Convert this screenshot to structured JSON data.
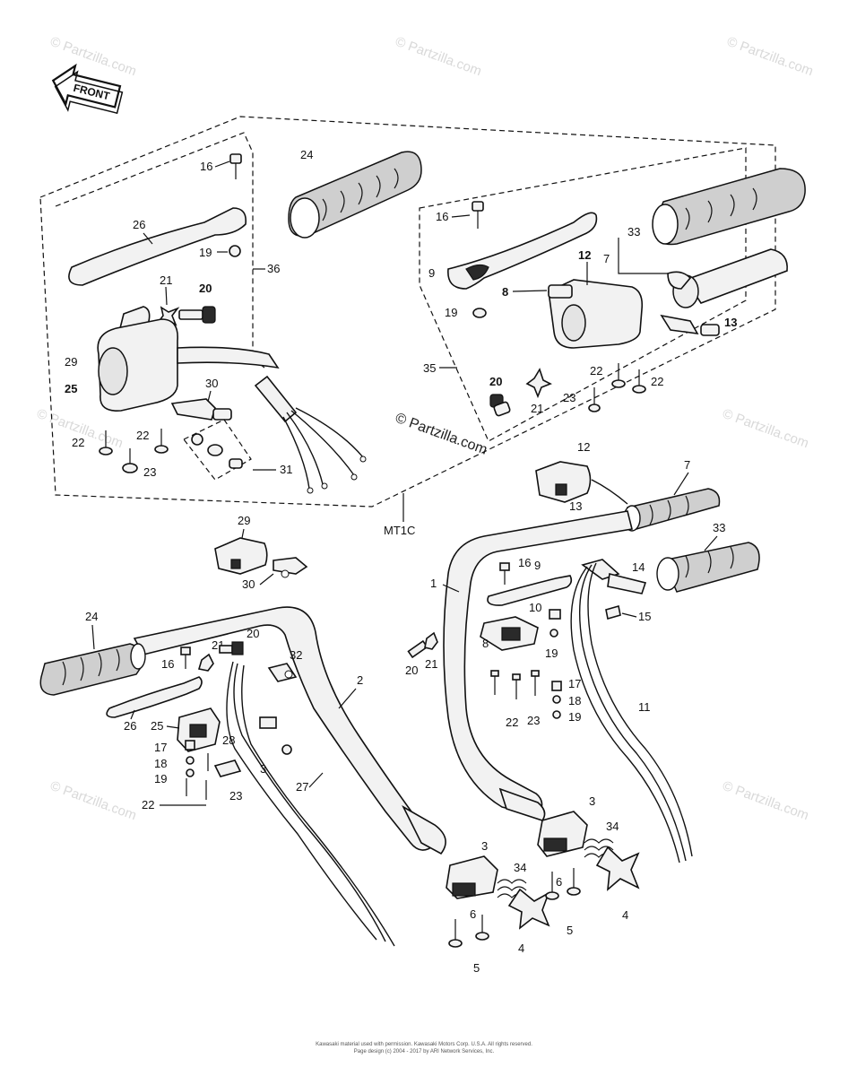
{
  "front_label": "FRONT",
  "model_code": "MT1C",
  "watermark": "© Partzilla.com",
  "footer": {
    "line1": "Kawasaki material used with permission. Kawasaki Motors Corp. U.S.A. All rights reserved.",
    "line2": "Page design (c) 2004 - 2017 by ARI Network Services, Inc."
  },
  "callouts": {
    "c1": "1",
    "c2": "2",
    "c3": "3",
    "c4": "4",
    "c5": "5",
    "c6": "6",
    "c7": "7",
    "c8": "8",
    "c9": "9",
    "c10": "10",
    "c11": "11",
    "c12": "12",
    "c13": "13",
    "c14": "14",
    "c15": "15",
    "c16": "16",
    "c17": "17",
    "c18": "18",
    "c19": "19",
    "c20": "20",
    "c21": "21",
    "c22": "22",
    "c23": "23",
    "c24": "24",
    "c25": "25",
    "c26": "26",
    "c27": "27",
    "c28": "28",
    "c29": "29",
    "c30": "30",
    "c31": "31",
    "c32": "32",
    "c33": "33",
    "c34": "34",
    "c35": "35",
    "c36": "36"
  }
}
